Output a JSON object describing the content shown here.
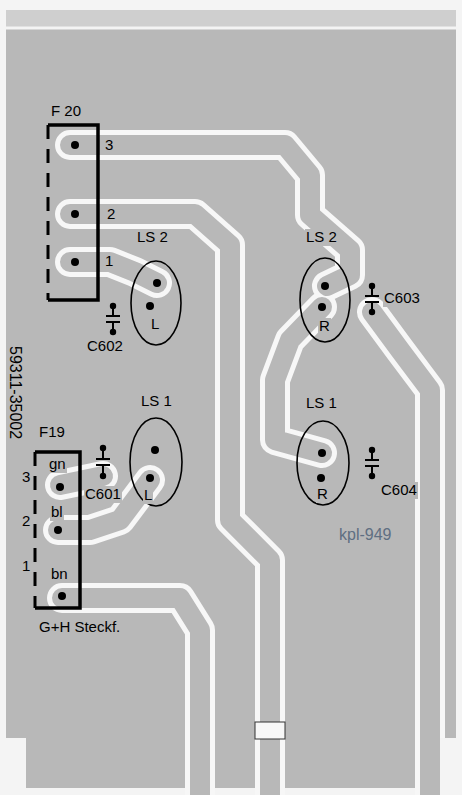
{
  "diagram": {
    "nodes": [
      {
        "text": [
          "F 20",
          "3",
          "2",
          "1"
        ]
      },
      {
        "text": [
          "LS 2",
          "L"
        ]
      },
      {
        "text": [
          "LS 2",
          "R"
        ]
      },
      {
        "text": [
          "LS 1",
          "L"
        ]
      },
      {
        "text": [
          "LS 1",
          "R"
        ]
      },
      {
        "text": [
          "F19",
          "gn",
          "bl",
          "bn",
          "3",
          "2",
          "1",
          "G+H Steckf."
        ]
      }
    ],
    "labels": [
      "C602",
      "C603",
      "C601",
      "C604",
      "kpl-949",
      "59311-35002"
    ]
  }
}
